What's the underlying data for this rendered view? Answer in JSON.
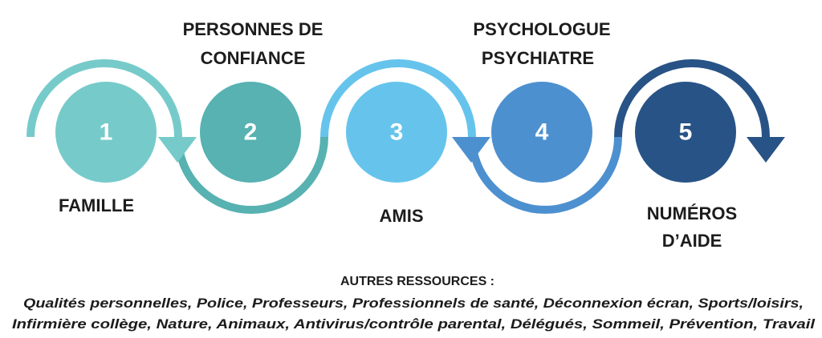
{
  "steps": [
    {
      "number": "1",
      "label_lines": [
        "FAMILLE"
      ],
      "color": "#76CBCA"
    },
    {
      "number": "2",
      "label_lines": [
        "PERSONNES DE",
        "CONFIANCE"
      ],
      "color": "#57B2B1"
    },
    {
      "number": "3",
      "label_lines": [
        "AMIS"
      ],
      "color": "#66C4EC"
    },
    {
      "number": "4",
      "label_lines": [
        "PSYCHOLOGUE",
        "PSYCHIATRE"
      ],
      "color": "#4D90CF"
    },
    {
      "number": "5",
      "label_lines": [
        "NUMÉROS",
        "D’AIDE"
      ],
      "color": "#285386"
    }
  ],
  "other_resources": {
    "title": "AUTRES RESSOURCES :",
    "lines": [
      "Qualités personnelles, Police, Professeurs, Professionnels de santé, Déconnexion écran, Sports/loisirs,",
      "Infirmière collège, Nature, Animaux, Antivirus/contrôle parental, Délégués, Sommeil, Prévention, Travail"
    ]
  }
}
